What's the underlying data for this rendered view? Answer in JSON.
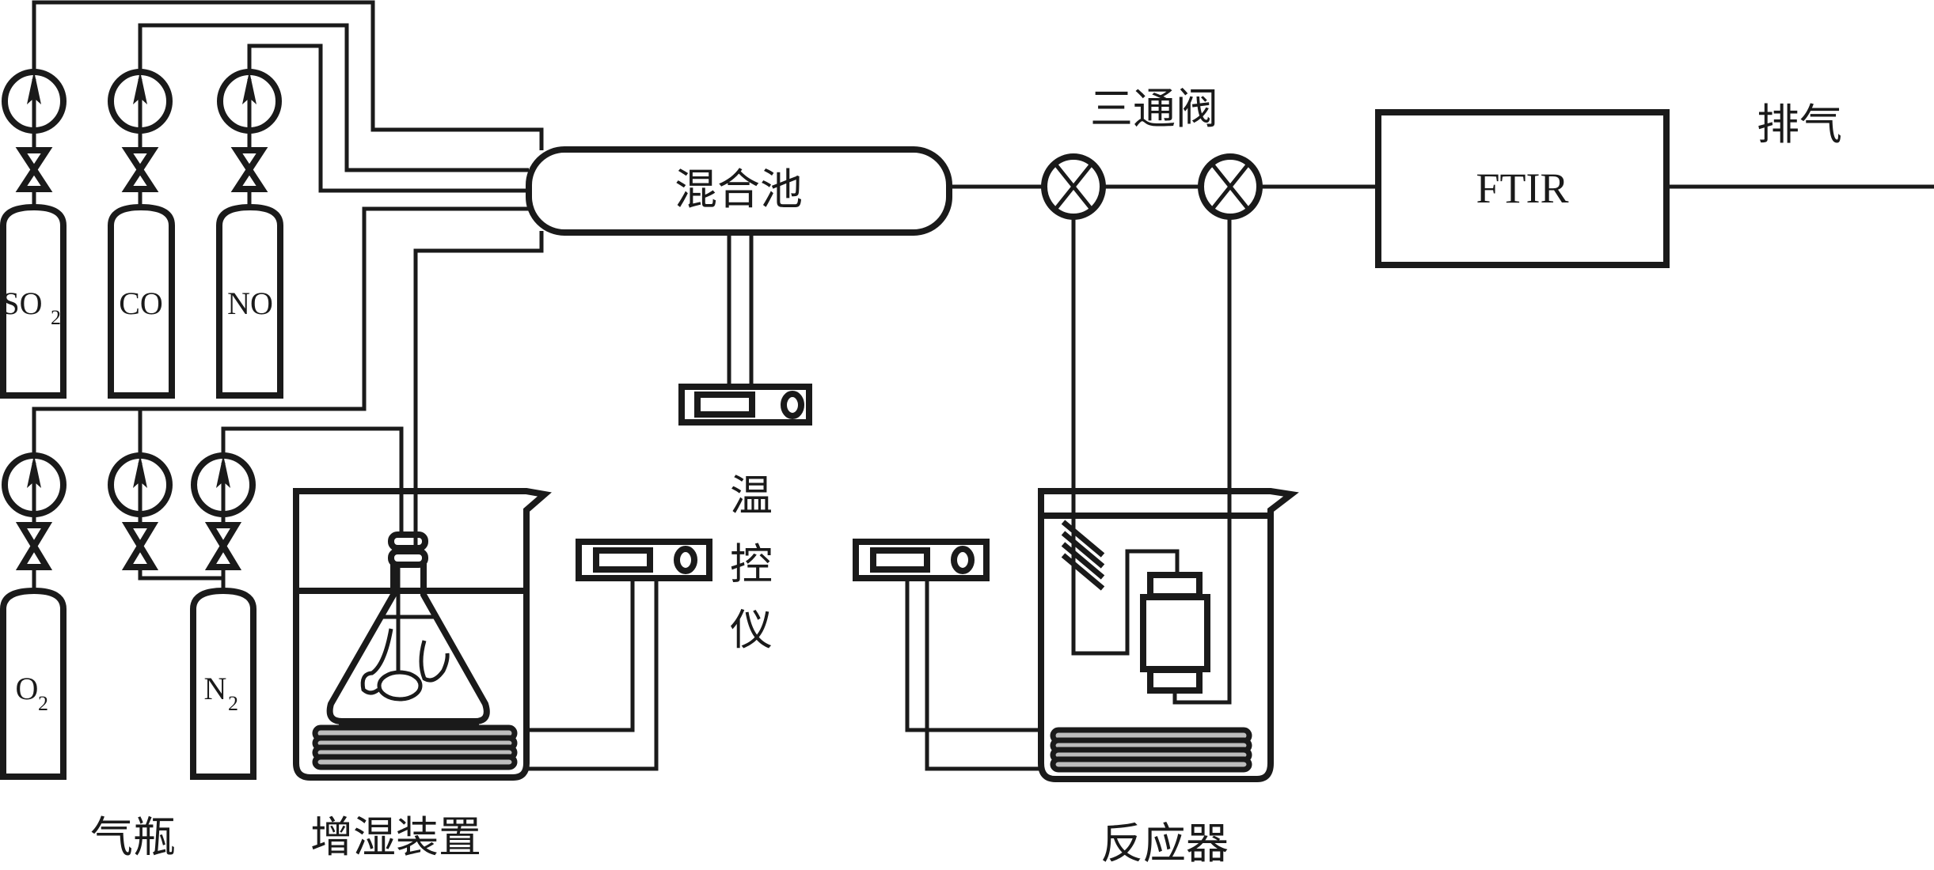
{
  "diagram": {
    "title_labels": {
      "mixing_chamber": "混合池",
      "three_way_valve": "三通阀",
      "ftir": "FTIR",
      "exhaust": "排气",
      "temperature_controller": [
        "温",
        "控",
        "仪"
      ],
      "gas_cylinders": "气瓶",
      "humidifier": "增湿装置",
      "reactor": "反应器"
    },
    "gas_cylinders_top": [
      {
        "name": "SO",
        "subscript": "2"
      },
      {
        "name": "CO",
        "subscript": ""
      },
      {
        "name": "NO",
        "subscript": ""
      }
    ],
    "gas_cylinders_bottom": [
      {
        "name": "O",
        "subscript": "2"
      },
      {
        "name": "N",
        "subscript": "2"
      }
    ],
    "colors": {
      "line": "#1a1a1a",
      "heater_coil": "#bdbdbd",
      "background": "#ffffff"
    }
  }
}
